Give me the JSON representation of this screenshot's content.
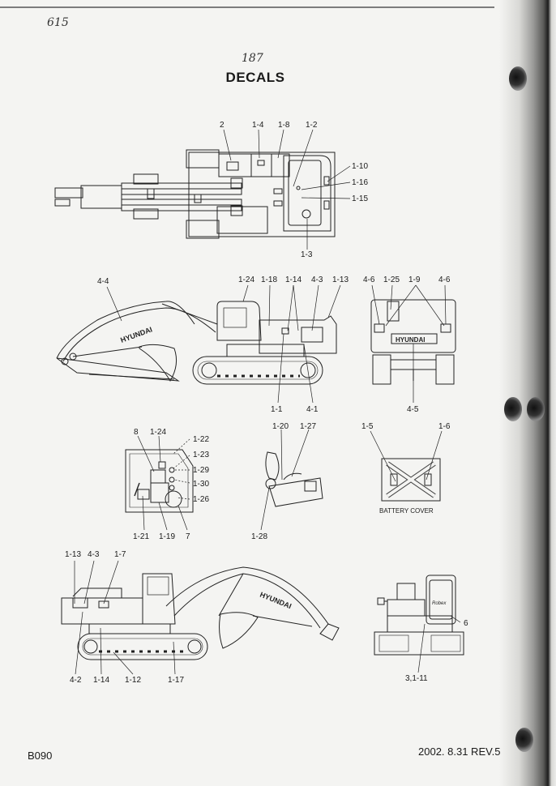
{
  "header": {
    "corner_note": "615",
    "page_note": "187",
    "title": "DECALS"
  },
  "top_view": {
    "labels": [
      "2",
      "1-4",
      "1-8",
      "1-2",
      "1-10",
      "1-16",
      "1-15",
      "1-3"
    ]
  },
  "side_view_right": {
    "labels": [
      "4-4",
      "1-24",
      "1-18",
      "1-14",
      "4-3",
      "1-13",
      "1-1",
      "4-1"
    ],
    "boom_text": "HYUNDAI"
  },
  "rear_view": {
    "labels": [
      "4-6",
      "1-25",
      "1-9",
      "4-6",
      "4-5"
    ],
    "plate_text": "HYUNDAI"
  },
  "cab_interior": {
    "labels": [
      "8",
      "1-24",
      "1-22",
      "1-23",
      "1-29",
      "1-30",
      "1-26",
      "1-21",
      "1-19",
      "7"
    ]
  },
  "joystick": {
    "labels": [
      "1-20",
      "1-27",
      "1-28"
    ]
  },
  "battery_cover": {
    "labels": [
      "1-5",
      "1-6"
    ],
    "caption": "BATTERY COVER"
  },
  "side_view_left": {
    "labels": [
      "1-13",
      "4-3",
      "1-7",
      "4-2",
      "1-14",
      "1-12",
      "1-17"
    ],
    "boom_text": "HYUNDAI"
  },
  "front_view": {
    "labels": [
      "6",
      "3,1-11"
    ],
    "cab_text": "Robex"
  },
  "footer": {
    "doc_code": "B090",
    "revision": "2002. 8.31 REV.5"
  }
}
